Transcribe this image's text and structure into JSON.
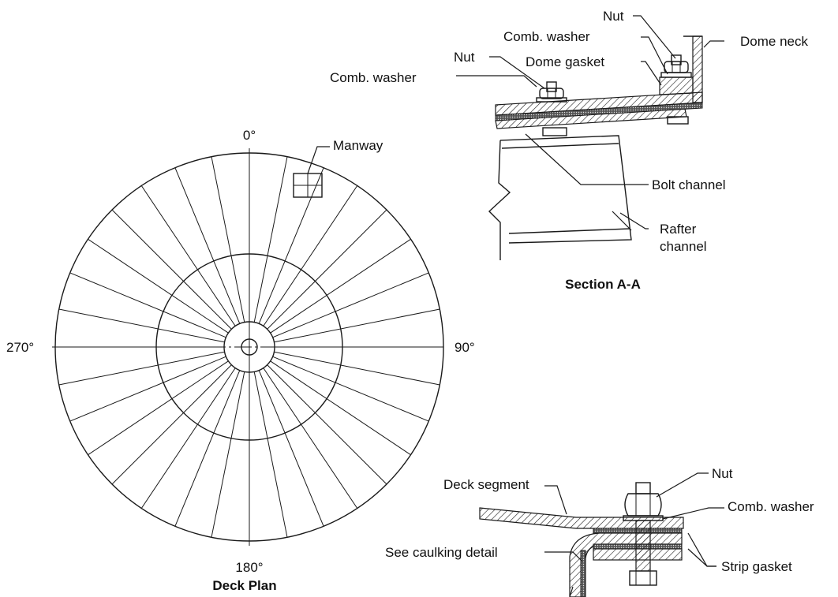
{
  "deck_plan": {
    "angle_top": "0°",
    "angle_right": "90°",
    "angle_bottom": "180°",
    "angle_left": "270°",
    "manway_label": "Manway",
    "title": "Deck Plan",
    "radial_count": 32
  },
  "section_aa": {
    "title": "Section A-A",
    "labels": {
      "nut_top": "Nut",
      "comb_washer_top": "Comb. washer",
      "dome_neck": "Dome neck",
      "nut_left": "Nut",
      "dome_gasket": "Dome gasket",
      "comb_washer_left": "Comb. washer",
      "bolt_channel": "Bolt channel",
      "rafter_channel_1": "Rafter",
      "rafter_channel_2": "channel"
    }
  },
  "joint_detail": {
    "labels": {
      "nut": "Nut",
      "deck_segment": "Deck segment",
      "comb_washer": "Comb. washer",
      "see_caulking": "See caulking detail",
      "strip_gasket": "Strip gasket"
    }
  }
}
